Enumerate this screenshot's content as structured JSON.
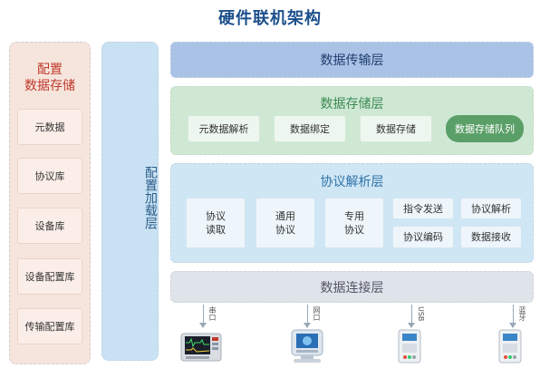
{
  "title": "硬件联机架构",
  "config_panel": {
    "title_line1": "配置",
    "title_line2": "数据存储",
    "items": [
      "元数据",
      "协议库",
      "设备库",
      "设备配置库",
      "传输配置库"
    ]
  },
  "config_load_layer": "配置加载层",
  "transport_layer": "数据传输层",
  "storage_layer": {
    "title": "数据存储层",
    "items": [
      "元数据解析",
      "数据绑定",
      "数据存储",
      "数据存储队列"
    ]
  },
  "protocol_layer": {
    "title": "协议解析层",
    "big_items": [
      [
        "协议",
        "读取"
      ],
      [
        "通用",
        "协议"
      ],
      [
        "专用",
        "协议"
      ]
    ],
    "small_items": [
      "指令发送",
      "协议解析",
      "协议编码",
      "数据接收"
    ]
  },
  "connection_layer": "数据连接层",
  "ports": [
    "串口",
    "网口",
    "USB",
    "蓝牙"
  ],
  "devices": [
    "patient-monitor",
    "ventilator",
    "infusion-pump",
    "infusion-pump"
  ],
  "colors": {
    "title": "#1c4f8c",
    "config_title": "#c0392b",
    "storage_title": "#3b8a52",
    "protocol_title": "#2f73a8",
    "queue": "#5b9f68"
  }
}
